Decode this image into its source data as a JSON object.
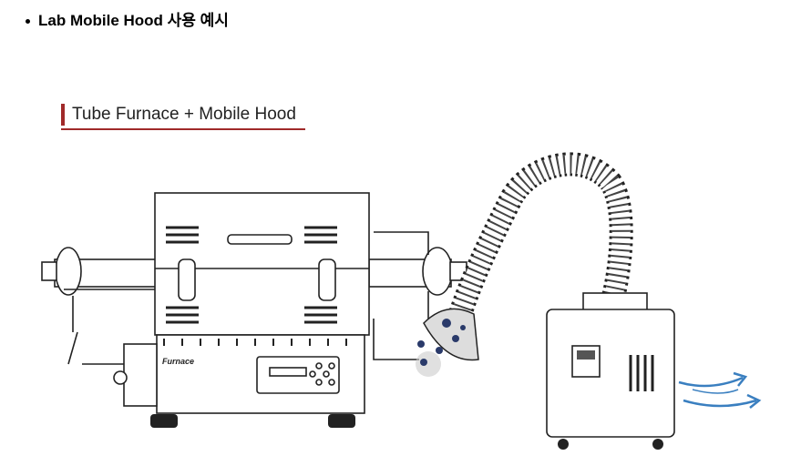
{
  "heading": "Lab Mobile Hood 사용 예시",
  "figure": {
    "caption": "Tube Furnace + Mobile Hood",
    "furnace_brand": "Furnace",
    "accent_color": "#a02a2a",
    "airflow_color": "#3a7fc0"
  }
}
